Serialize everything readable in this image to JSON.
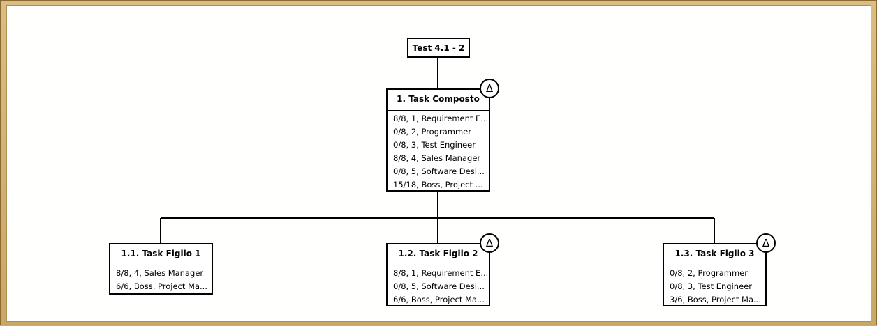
{
  "root": {
    "title": "Test 4.1 - 2"
  },
  "composite": {
    "title": "1. Task Composto",
    "rows": [
      "8/8, 1, Requirement E...",
      "0/8, 2, Programmer",
      "0/8, 3, Test Engineer",
      "8/8, 4, Sales Manager",
      "0/8, 5, Software Desi...",
      "15/18, Boss, Project ..."
    ],
    "badge_icon": "delta-icon",
    "badge_glyph": "Δ"
  },
  "children": [
    {
      "title": "1.1. Task Figlio 1",
      "rows": [
        "8/8, 4, Sales Manager",
        "6/6, Boss, Project Ma..."
      ]
    },
    {
      "title": "1.2. Task Figlio 2",
      "rows": [
        "8/8, 1, Requirement E...",
        "0/8, 5, Software Desi...",
        "6/6, Boss, Project Ma..."
      ],
      "badge_glyph": "Δ"
    },
    {
      "title": "1.3. Task Figlio 3",
      "rows": [
        "0/8, 2, Programmer",
        "0/8, 3, Test Engineer",
        "3/6, Boss, Project Ma..."
      ],
      "badge_glyph": "Δ"
    }
  ]
}
